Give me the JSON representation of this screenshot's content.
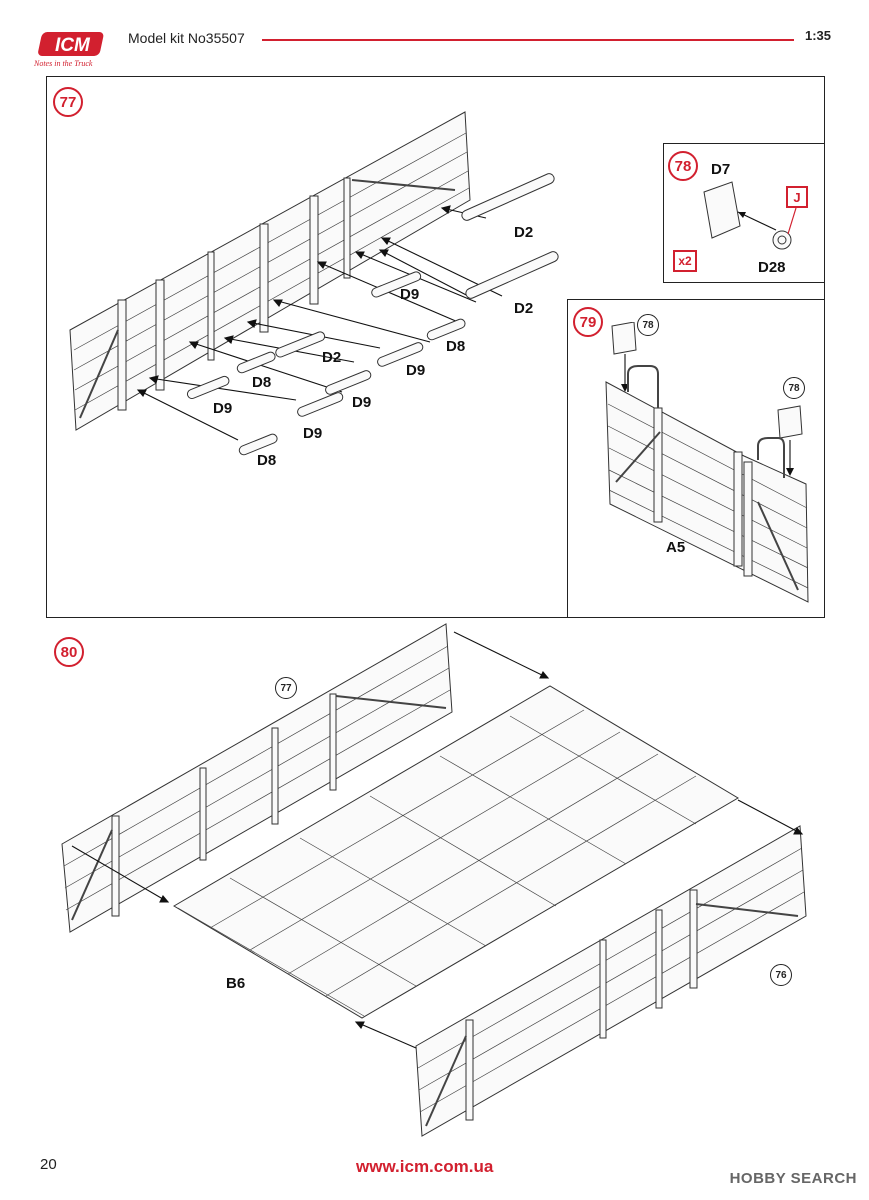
{
  "header": {
    "brand": "ICM",
    "brand_slogan": "Notes in the Truck",
    "kit_title": "Model kit No35507",
    "scale": "1:35",
    "accent_color": "#d2202f"
  },
  "steps": {
    "s77": {
      "number": "77",
      "labels": [
        "D2",
        "D9",
        "D2",
        "D8",
        "D2",
        "D9",
        "D8",
        "D9",
        "D9",
        "D8"
      ]
    },
    "s78": {
      "number": "78",
      "label_d7": "D7",
      "label_d28": "D28",
      "paint_code": "J",
      "quantity": "x2"
    },
    "s79": {
      "number": "79",
      "ref_a": "78",
      "ref_b": "78",
      "label_a5": "A5"
    },
    "s80": {
      "number": "80",
      "ref_77": "77",
      "ref_76": "76",
      "label_b6": "B6"
    }
  },
  "footer": {
    "page_number": "20",
    "website": "www.icm.com.ua",
    "watermark": "HOBBY SEARCH"
  }
}
